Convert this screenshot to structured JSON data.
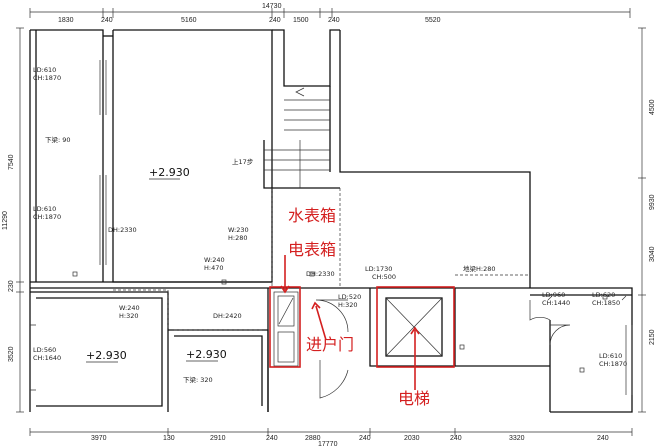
{
  "dimensions": {
    "top_total": "14730",
    "top": [
      "1830",
      "240",
      "5160",
      "240",
      "1500",
      "240",
      "5520"
    ],
    "bottom_total": "17770",
    "bottom": [
      "3970",
      "130",
      "2910",
      "240",
      "2880",
      "240",
      "2030",
      "240",
      "3320",
      "240"
    ],
    "left": [
      "7540",
      "11290",
      "230",
      "3520"
    ],
    "right": [
      "4500",
      "9930",
      "3040",
      "2150"
    ]
  },
  "room_labels": {
    "ld610_ch1870_a": "LD:610",
    "ch1870_a": "CH:1870",
    "xia_liang_90": "下梁: 90",
    "ld610_ch1870_b": "LD:610",
    "ch1870_b": "CH:1870",
    "dh2330_a": "DH:2330",
    "w230": "W:230",
    "h280_a": "H:280",
    "w240_a": "W:240",
    "h470": "H:470",
    "shang17bu": "上17步",
    "dh2330_b": "DH:2330",
    "ld1730": "LD:1730",
    "ch500": "CH:500",
    "ld520": "LD:520",
    "h320_a": "H:320",
    "diliang280": "地梁H:280",
    "ld960": "LD:960",
    "ch1440": "CH:1440",
    "ld620": "LD:620",
    "ch1850": "CH:1850",
    "w240_b": "W:240",
    "h320_b": "H:320",
    "dh2420": "DH:2420",
    "ld560": "LD:560",
    "ch1640": "CH:1640",
    "xia_liang_320": "下梁: 320",
    "ld610_c": "LD:610",
    "ch1870_c": "CH:1870"
  },
  "levels": {
    "main": "+2.930",
    "lower_left": "+2.930",
    "lower_mid": "+2.930"
  },
  "annotations": {
    "water_meter_box": "水表箱",
    "electric_meter_box": "电表箱",
    "entry_door": "进户门",
    "elevator": "电梯"
  },
  "colors": {
    "annotation": "#d42020",
    "wall": "#111111"
  }
}
